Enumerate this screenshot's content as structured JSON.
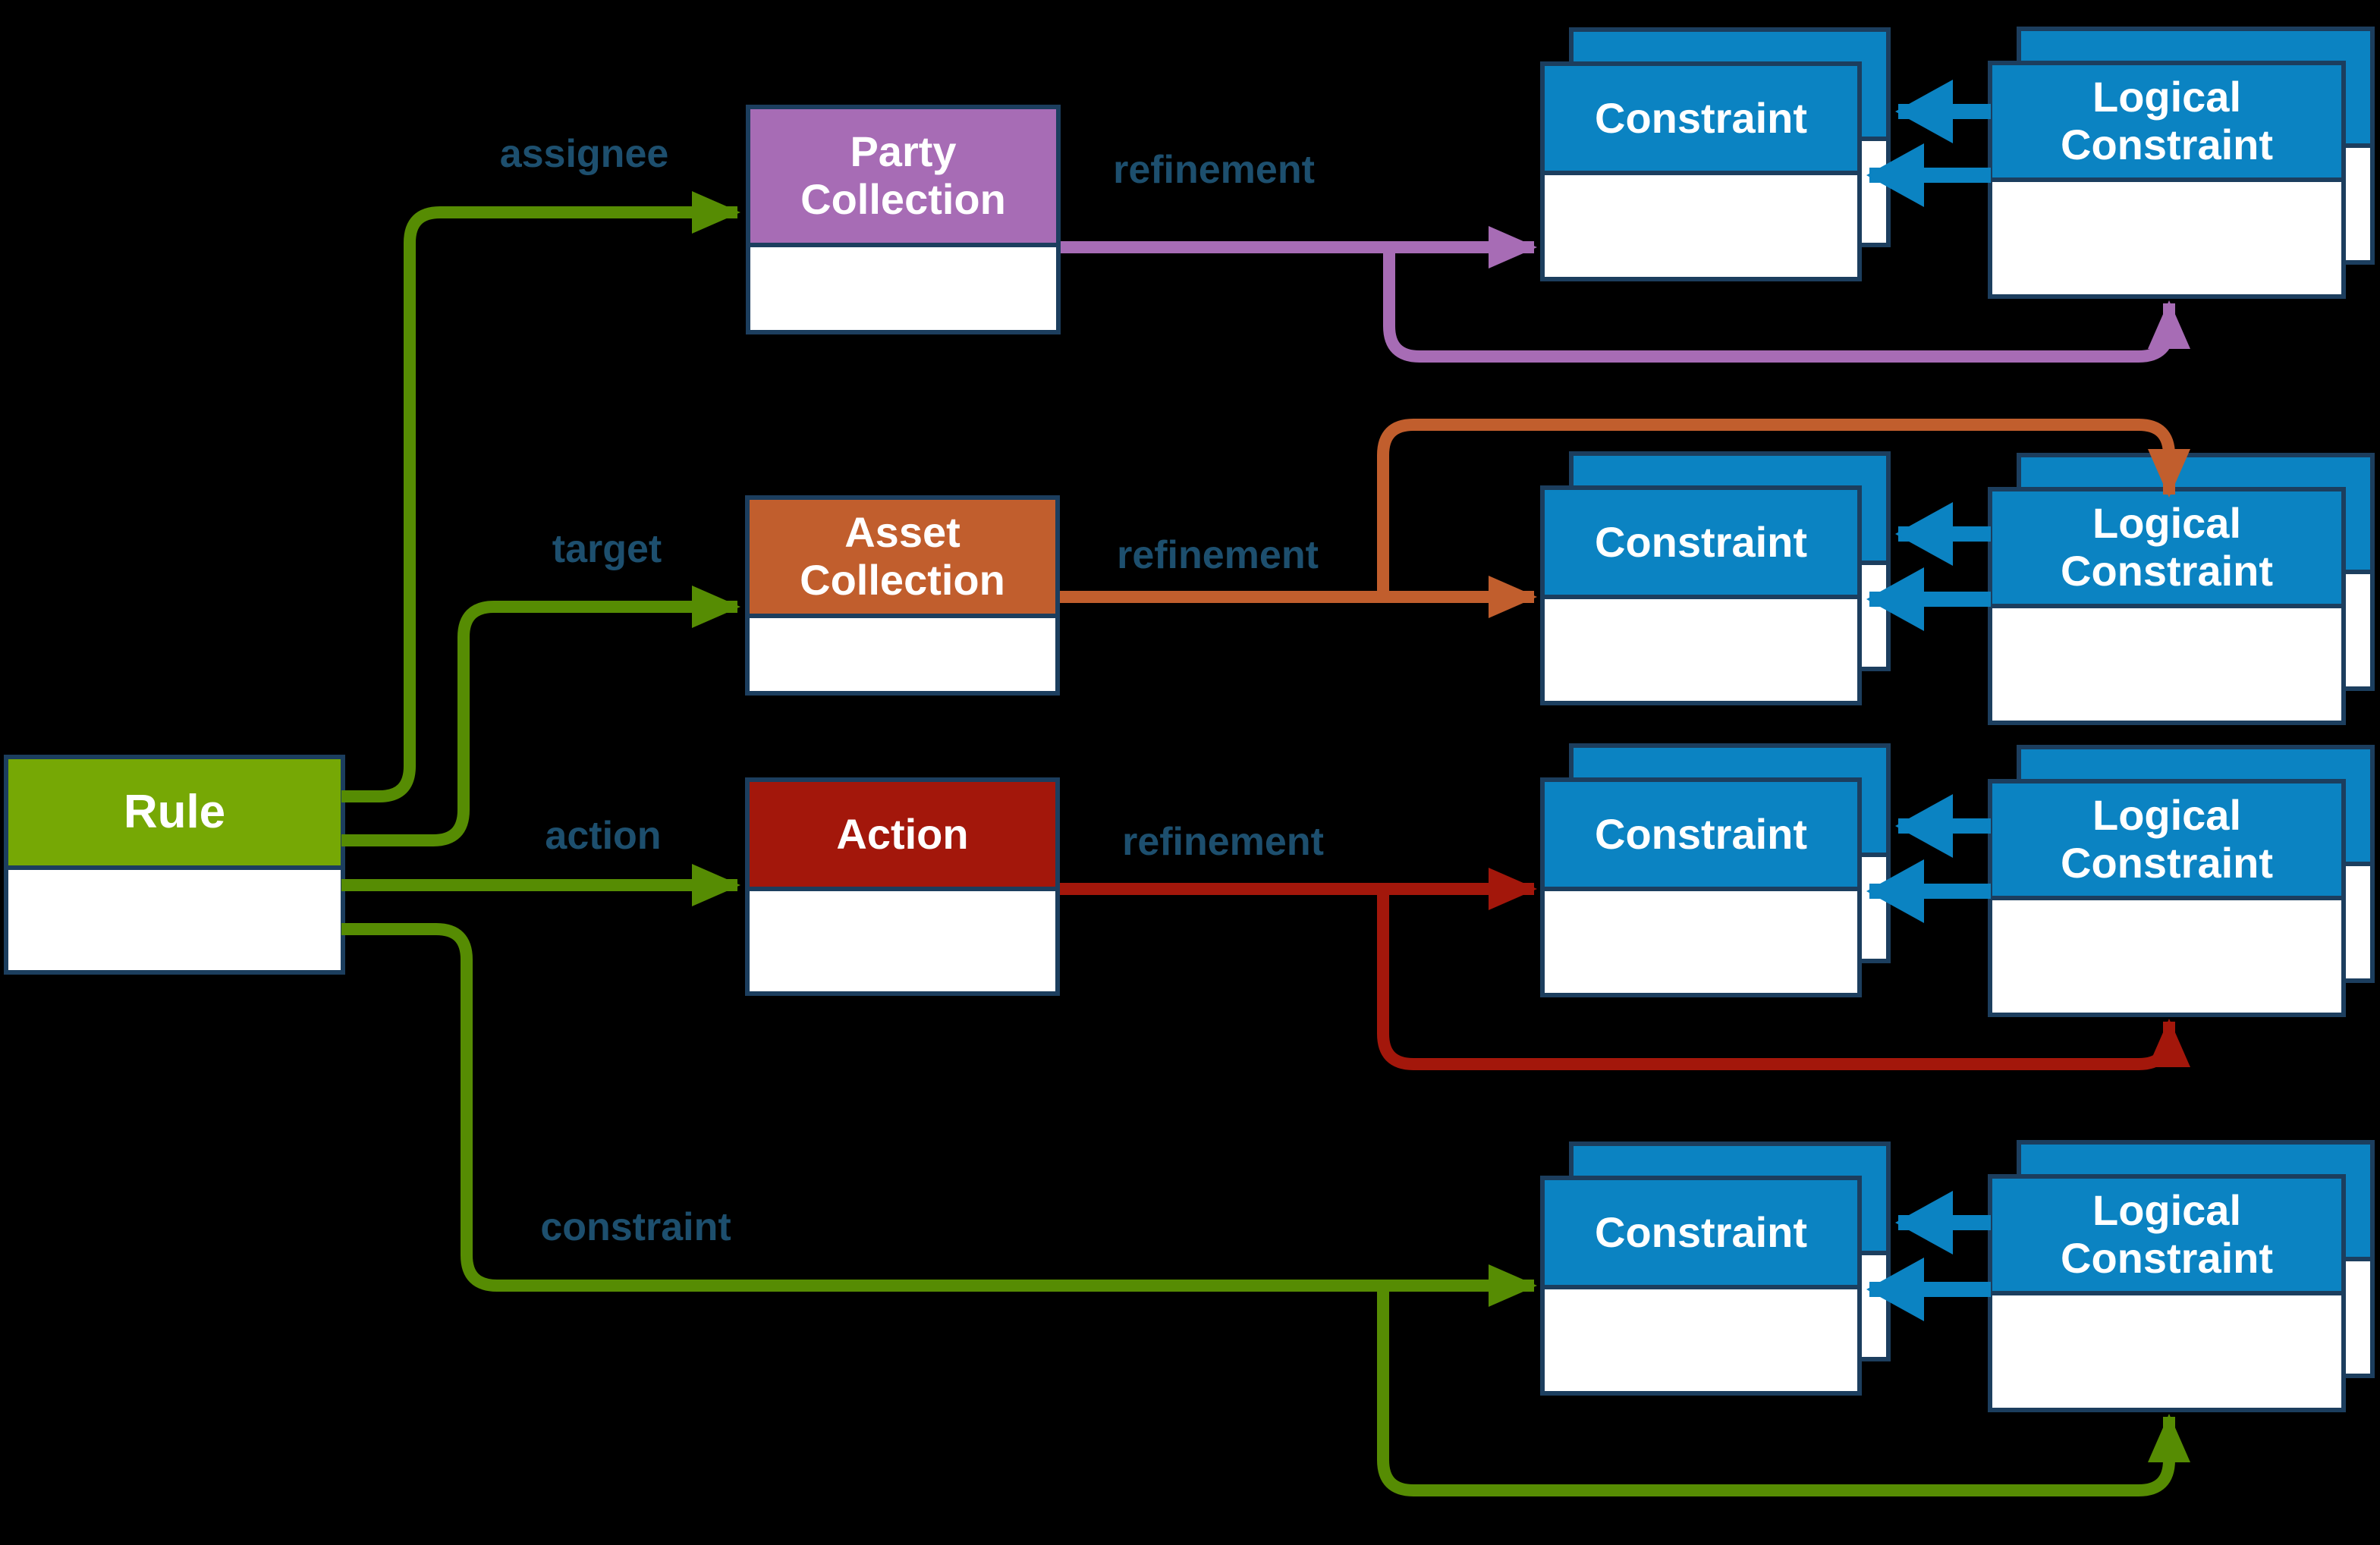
{
  "diagram": {
    "background": "#000000",
    "colors": {
      "border": "#1c3e5e",
      "box_body": "#ffffff",
      "rule_green": "#76a805",
      "arrow_green": "#568c03",
      "party_purple": "#a76cb5",
      "asset_orange": "#c15e2d",
      "action_red": "#a3170b",
      "constraint_blue": "#0b83c2",
      "label_navy": "#1d4f6e"
    },
    "nodes": {
      "rule": {
        "label": "Rule"
      },
      "party_collection": {
        "label": "Party Collection"
      },
      "asset_collection": {
        "label": "Asset Collection"
      },
      "action": {
        "label": "Action"
      },
      "constraint": {
        "label": "Constraint"
      },
      "logical_constraint": {
        "label": "Logical Constraint"
      }
    },
    "edges": {
      "assignee": "assignee",
      "target": "target",
      "action": "action",
      "constraint": "constraint",
      "refinement": "refinement"
    }
  }
}
